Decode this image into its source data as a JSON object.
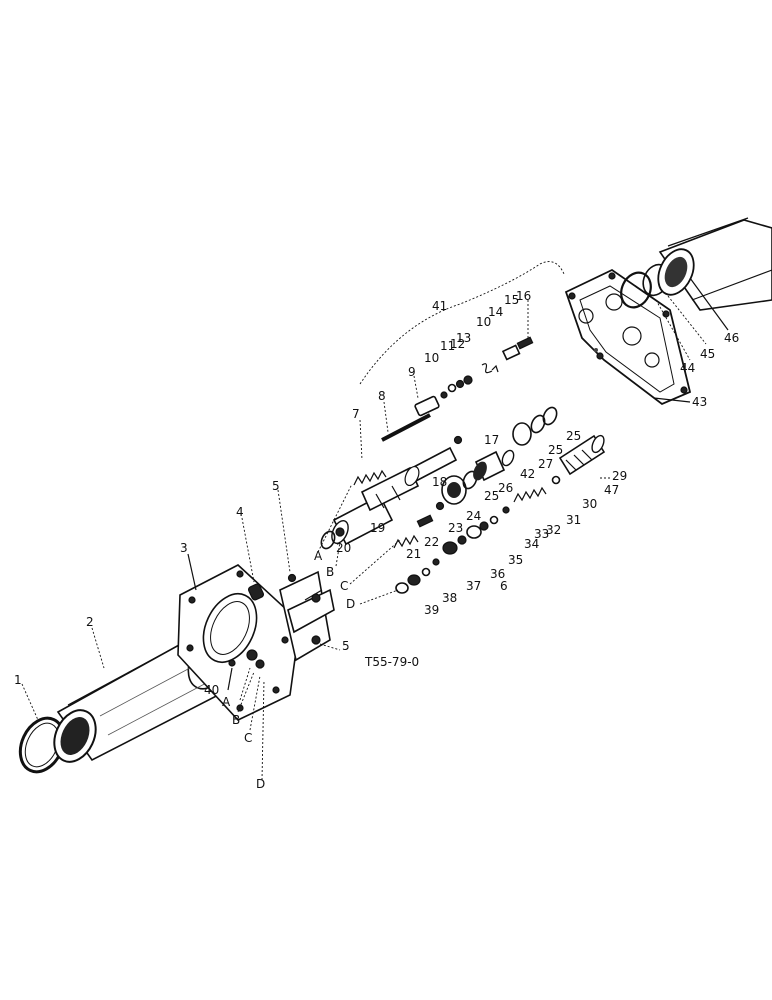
{
  "figure_code": "T55-79-0",
  "callouts": [
    "1",
    "2",
    "3",
    "4",
    "5",
    "5",
    "6",
    "7",
    "8",
    "9",
    "10",
    "10",
    "11",
    "12",
    "13",
    "14",
    "15",
    "16",
    "17",
    "18",
    "19",
    "20",
    "21",
    "22",
    "23",
    "24",
    "25",
    "25",
    "25",
    "26",
    "27",
    "29",
    "30",
    "31",
    "32",
    "33",
    "34",
    "35",
    "36",
    "37",
    "38",
    "39",
    "40",
    "41",
    "42",
    "43",
    "44",
    "45",
    "46",
    "47",
    "A",
    "B",
    "C",
    "D",
    "A",
    "B",
    "C",
    "D"
  ]
}
